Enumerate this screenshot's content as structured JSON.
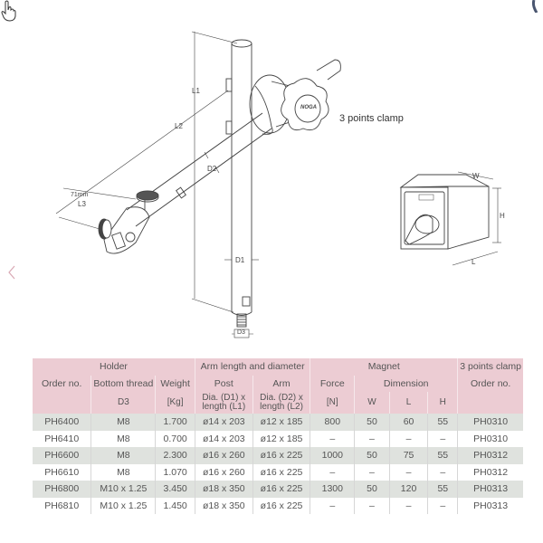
{
  "figure": {
    "labels": {
      "L1": "L1",
      "L2": "L2",
      "L3": "L3",
      "L3_value": "71mm",
      "D1": "D1",
      "D2": "D2",
      "D3": "D3",
      "W": "W",
      "H": "H",
      "L": "L"
    },
    "clamp_label": "3 points clamp",
    "knob_brand": "NOGA"
  },
  "table": {
    "group_headers": {
      "holder": "Holder",
      "arm": "Arm length and diameter",
      "magnet": "Magnet",
      "clamp": "3 points clamp"
    },
    "sub_headers": {
      "order_no": "Order no.",
      "bottom_thread": "Bottom thread",
      "weight": "Weight",
      "post": "Post",
      "arm": "Arm",
      "force": "Force",
      "dimension": "Dimension",
      "clamp_order_no": "Order no."
    },
    "unit_headers": {
      "d3": "D3",
      "kg": "[Kg]",
      "post_dia_1": "Dia. (D1) x",
      "post_dia_2": "length (L1)",
      "arm_dia_1": "Dia. (D2) x",
      "arm_dia_2": "length (L2)",
      "n": "[N]",
      "w": "W",
      "l": "L",
      "h": "H"
    },
    "rows": [
      {
        "order": "PH6400",
        "thread": "M8",
        "weight": "1.700",
        "post": "ø14 x 203",
        "arm": "ø12 x 185",
        "force": "800",
        "w": "50",
        "l": "60",
        "h": "55",
        "clamp": "PH0310"
      },
      {
        "order": "PH6410",
        "thread": "M8",
        "weight": "0.700",
        "post": "ø14 x 203",
        "arm": "ø12 x 185",
        "force": "–",
        "w": "–",
        "l": "–",
        "h": "–",
        "clamp": "PH0310"
      },
      {
        "order": "PH6600",
        "thread": "M8",
        "weight": "2.300",
        "post": "ø16 x 260",
        "arm": "ø16 x 225",
        "force": "1000",
        "w": "50",
        "l": "75",
        "h": "55",
        "clamp": "PH0312"
      },
      {
        "order": "PH6610",
        "thread": "M8",
        "weight": "1.070",
        "post": "ø16 x 260",
        "arm": "ø16 x 225",
        "force": "–",
        "w": "–",
        "l": "–",
        "h": "–",
        "clamp": "PH0312"
      },
      {
        "order": "PH6800",
        "thread": "M10 x 1.25",
        "weight": "3.450",
        "post": "ø18 x 350",
        "arm": "ø16 x 225",
        "force": "1300",
        "w": "50",
        "l": "120",
        "h": "55",
        "clamp": "PH0313"
      },
      {
        "order": "PH6810",
        "thread": "M10 x 1.25",
        "weight": "1.450",
        "post": "ø18 x 350",
        "arm": "ø16 x 225",
        "force": "–",
        "w": "–",
        "l": "–",
        "h": "–",
        "clamp": "PH0313"
      }
    ]
  },
  "colors": {
    "header_pink": "#ecccd3",
    "row_shade": "#dfe2de",
    "line": "#333333"
  }
}
